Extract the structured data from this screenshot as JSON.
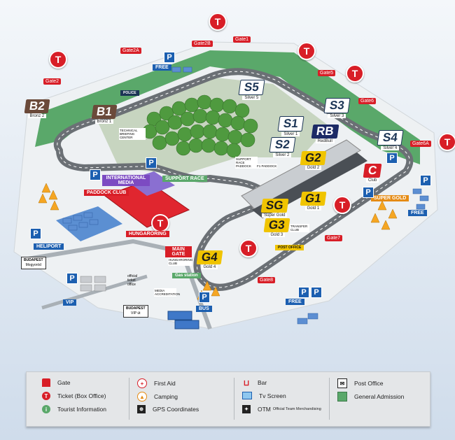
{
  "stands": {
    "b1": {
      "code": "B1",
      "sub": "Bronz 1"
    },
    "b2": {
      "code": "B2",
      "sub": "Bronz 2"
    },
    "s1": {
      "code": "S1",
      "sub": "Silver 1"
    },
    "s2": {
      "code": "S2",
      "sub": "Silver 2"
    },
    "s3": {
      "code": "S3",
      "sub": "Silver 3"
    },
    "s4": {
      "code": "S4",
      "sub": "Silver 4"
    },
    "s5": {
      "code": "S5",
      "sub": "Silver 5"
    },
    "rb": {
      "code": "RB",
      "sub": "RedBull"
    },
    "g1": {
      "code": "G1",
      "sub": "Gold 1"
    },
    "g2": {
      "code": "G2",
      "sub": "Gold 2"
    },
    "g3": {
      "code": "G3",
      "sub": "Gold 3"
    },
    "g4": {
      "code": "G4",
      "sub": "Gold 4"
    },
    "sg": {
      "code": "SG",
      "sub": "Super Gold"
    },
    "c": {
      "code": "C",
      "sub": "Club"
    }
  },
  "gates": {
    "gate1": "Gate1",
    "gate2": "Gate2",
    "gate2a": "Gate2A",
    "gate2b": "Gate2B",
    "gate5": "Gate5",
    "gate6": "Gate6",
    "gate6a": "Gate6A",
    "gate7": "Gate7",
    "gate8": "Gate8"
  },
  "areas": {
    "international_media": "INTERNATIONAL MEDIA",
    "support_race": "SUPPORT RACE",
    "paddock_club": "PADDOCK CLUB",
    "hungaroring": "HUNGARORING",
    "main_gate": "MAIN GATE",
    "heliport": "HELIPORT",
    "super_gold": "SUPER GOLD",
    "post_office": "POST OFFICE",
    "gas_station": "Gas station",
    "technical_briefing": "TECHNICAL BRIEFING CENTER",
    "support_race_paddock": "SUPPORT RACE PADDOCK",
    "f1_paddock": "F1 PADDOCK",
    "transfer_club": "TRANSFER CLUB",
    "hungaroring_club": "HUNGARORING CLUB",
    "media_accreditation": "MEDIA ACCREDITATION",
    "official_ticket": "official ticket office",
    "police": "POLICE"
  },
  "parking": {
    "free": "FREE",
    "vip": "VIP",
    "bus": "BUS",
    "p": "P"
  },
  "directions": {
    "budapest_mogyorod": {
      "city": "BUDAPEST",
      "via": "Mogyoród"
    },
    "budapest_vip": {
      "city": "BUDAPEST",
      "via": "VIP út"
    }
  },
  "legend": {
    "gate": "Gate",
    "ticket": "Ticket (Box Office)",
    "tourist": "Tourist Information",
    "first_aid": "First Aid",
    "camping": "Camping",
    "gps": "GPS Coordinates",
    "bar": "Bar",
    "tv": "Tv Screen",
    "otm": "OTM",
    "otm_full": "Official Team Merchandising",
    "post_office": "Post Office",
    "general_admission": "General Admission"
  },
  "colors": {
    "bronze": "#6b4a3a",
    "silver": "#1c3556",
    "gold": "#f0c400",
    "red": "#d81e27",
    "blue": "#1c5fb0",
    "grass": "#5aa86a",
    "purple": "#7c4bc2",
    "orange": "#e58b14"
  }
}
